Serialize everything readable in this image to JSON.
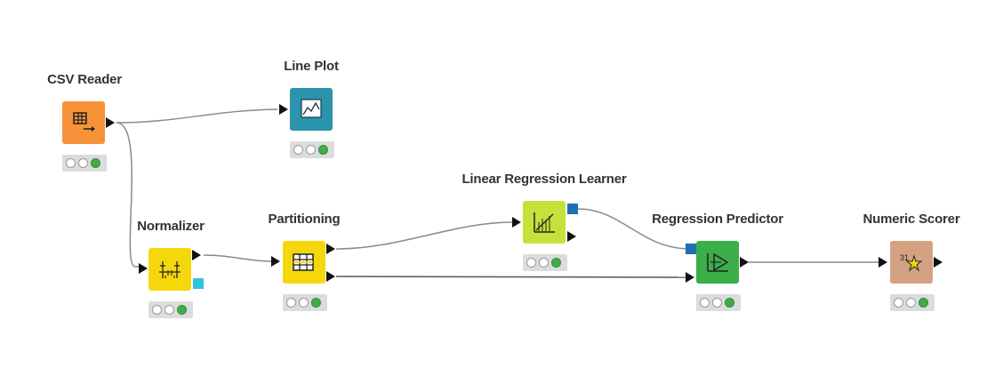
{
  "workflow": {
    "nodes": [
      {
        "id": "csv-reader",
        "label": "CSV Reader",
        "icon": "table-import-icon",
        "color": "#f7923a",
        "status": [
          "off",
          "off",
          "on"
        ]
      },
      {
        "id": "line-plot",
        "label": "Line Plot",
        "icon": "line-chart-icon",
        "color": "#2b93ac",
        "status": [
          "off",
          "off",
          "on"
        ]
      },
      {
        "id": "normalizer",
        "label": "Normalizer",
        "icon": "normalize-icon",
        "color": "#f5d80c",
        "status": [
          "off",
          "off",
          "on"
        ]
      },
      {
        "id": "partitioning",
        "label": "Partitioning",
        "icon": "partition-icon",
        "color": "#f5d80c",
        "status": [
          "off",
          "off",
          "on"
        ]
      },
      {
        "id": "linear-regression-learner",
        "label": "Linear Regression Learner",
        "icon": "regression-learner-icon",
        "color": "#c6e13a",
        "status": [
          "off",
          "off",
          "on"
        ]
      },
      {
        "id": "regression-predictor",
        "label": "Regression Predictor",
        "icon": "predictor-icon",
        "color": "#3aae49",
        "status": [
          "off",
          "off",
          "on"
        ]
      },
      {
        "id": "numeric-scorer",
        "label": "Numeric Scorer",
        "icon": "scorer-icon",
        "color": "#d4a282",
        "status": [
          "off",
          "off",
          "on"
        ]
      }
    ],
    "colors": {
      "connection": "#8a8a8a",
      "model_port": "#1f6fb5",
      "normalizer_model_port": "#2cc3dc",
      "status_on": "#3fae49",
      "status_bg": "#dcdcdc"
    }
  }
}
